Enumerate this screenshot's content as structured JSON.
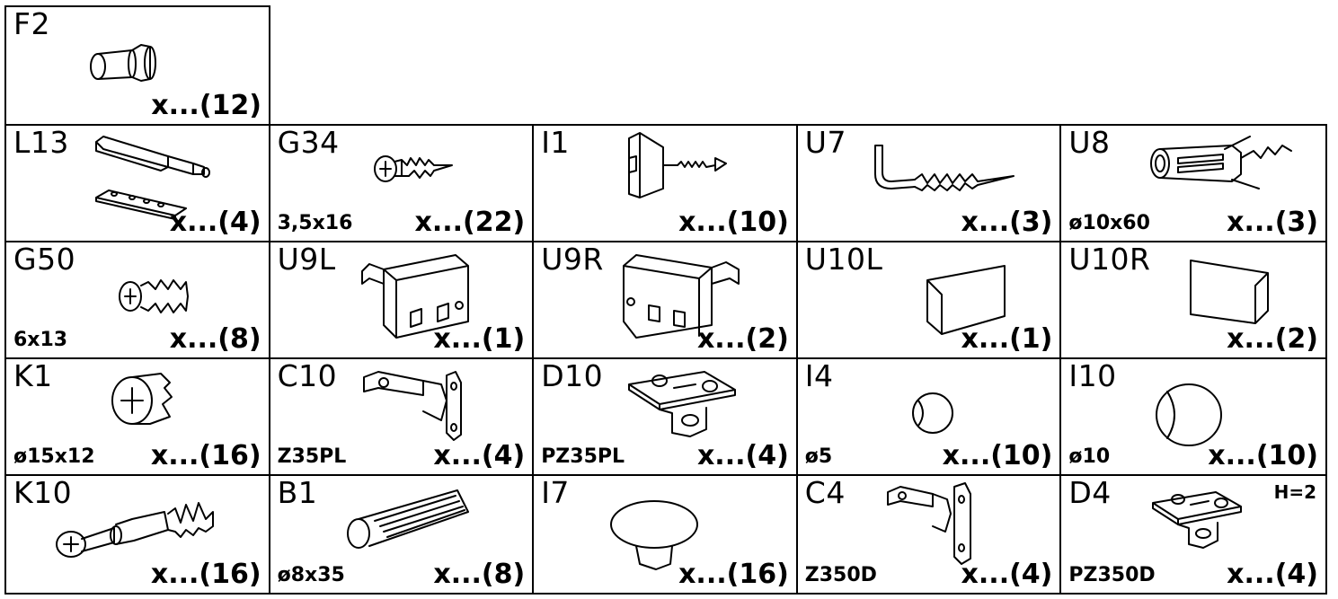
{
  "parts_top": {
    "code": "F2",
    "qty": "x...(12)",
    "icon": "shelf-pin-icon"
  },
  "parts": [
    {
      "code": "L13",
      "spec": "",
      "qty": "x...(4)",
      "icon": "connector-bolt-icon"
    },
    {
      "code": "G34",
      "spec": "3,5x16",
      "qty": "x...(22)",
      "icon": "wood-screw-icon"
    },
    {
      "code": "I1",
      "spec": "",
      "qty": "x...(10)",
      "icon": "bracket-screw-icon"
    },
    {
      "code": "U7",
      "spec": "",
      "qty": "x...(3)",
      "icon": "hook-screw-icon"
    },
    {
      "code": "U8",
      "spec": "ø10x60",
      "qty": "x...(3)",
      "icon": "wall-plug-icon"
    },
    {
      "code": "G50",
      "spec": "6x13",
      "qty": "x...(8)",
      "icon": "euro-screw-icon"
    },
    {
      "code": "U9L",
      "spec": "",
      "qty": "x...(1)",
      "icon": "hanger-left-icon"
    },
    {
      "code": "U9R",
      "spec": "",
      "qty": "x...(2)",
      "icon": "hanger-right-icon"
    },
    {
      "code": "U10L",
      "spec": "",
      "qty": "x...(1)",
      "icon": "cover-left-icon"
    },
    {
      "code": "U10R",
      "spec": "",
      "qty": "x...(2)",
      "icon": "cover-right-icon"
    },
    {
      "code": "K1",
      "spec": "ø15x12",
      "qty": "x...(16)",
      "icon": "cam-lock-icon"
    },
    {
      "code": "C10",
      "spec": "Z35PL",
      "qty": "x...(4)",
      "icon": "hinge-icon"
    },
    {
      "code": "D10",
      "spec": "PZ35PL",
      "qty": "x...(4)",
      "icon": "mounting-plate-icon"
    },
    {
      "code": "I4",
      "spec": "ø5",
      "qty": "x...(10)",
      "icon": "small-cap-icon"
    },
    {
      "code": "I10",
      "spec": "ø10",
      "qty": "x...(10)",
      "icon": "large-cap-icon"
    },
    {
      "code": "K10",
      "spec": "",
      "qty": "x...(16)",
      "icon": "cam-bolt-icon"
    },
    {
      "code": "B1",
      "spec": "ø8x35",
      "qty": "x...(8)",
      "icon": "wood-dowel-icon"
    },
    {
      "code": "I7",
      "spec": "",
      "qty": "x...(16)",
      "icon": "bumper-icon"
    },
    {
      "code": "C4",
      "spec": "Z350D",
      "qty": "x...(4)",
      "icon": "hinge-icon"
    },
    {
      "code": "D4",
      "spec": "PZ350D",
      "qty": "x...(4)",
      "note": "H=2",
      "icon": "mounting-plate-icon"
    }
  ]
}
